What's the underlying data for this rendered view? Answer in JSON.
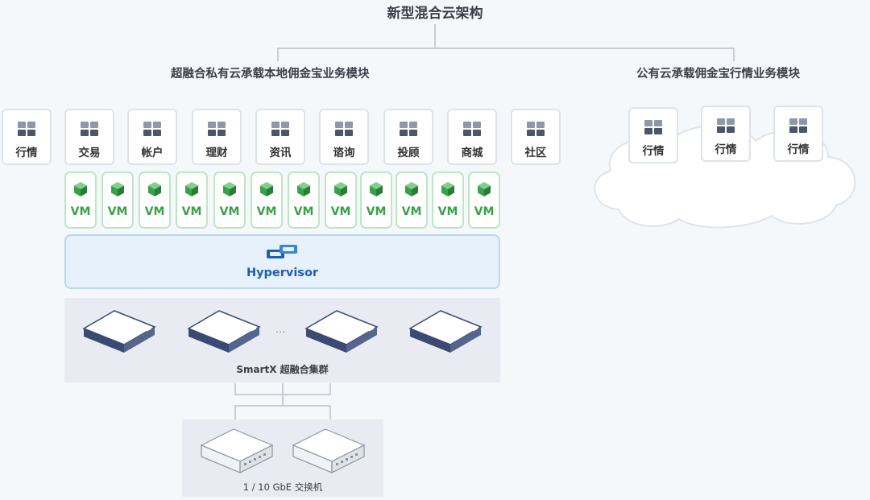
{
  "title": "新型混合云架构",
  "private_section": {
    "title": "超融合私有云承载本地佣金宝业务模块",
    "modules": [
      "行情",
      "交易",
      "帐户",
      "理财",
      "资讯",
      "谘询",
      "投顾",
      "商城",
      "社区"
    ]
  },
  "public_section": {
    "title": "公有云承载佣金宝行情业务模块",
    "modules": [
      "行情",
      "行情",
      "行情"
    ]
  },
  "vms": [
    "VM",
    "VM",
    "VM",
    "VM",
    "VM",
    "VM",
    "VM",
    "VM",
    "VM",
    "VM",
    "VM",
    "VM"
  ],
  "hypervisor": {
    "label": "Hypervisor"
  },
  "cluster": {
    "label": "SmartX 超融合集群",
    "ellipsis": "..."
  },
  "switches": {
    "label": "1 / 10 GbE 交换机"
  },
  "colors": {
    "vm_green": "#3aa04a",
    "hypervisor_blue": "#1f5fb0",
    "module_border": "#dde3ea"
  }
}
